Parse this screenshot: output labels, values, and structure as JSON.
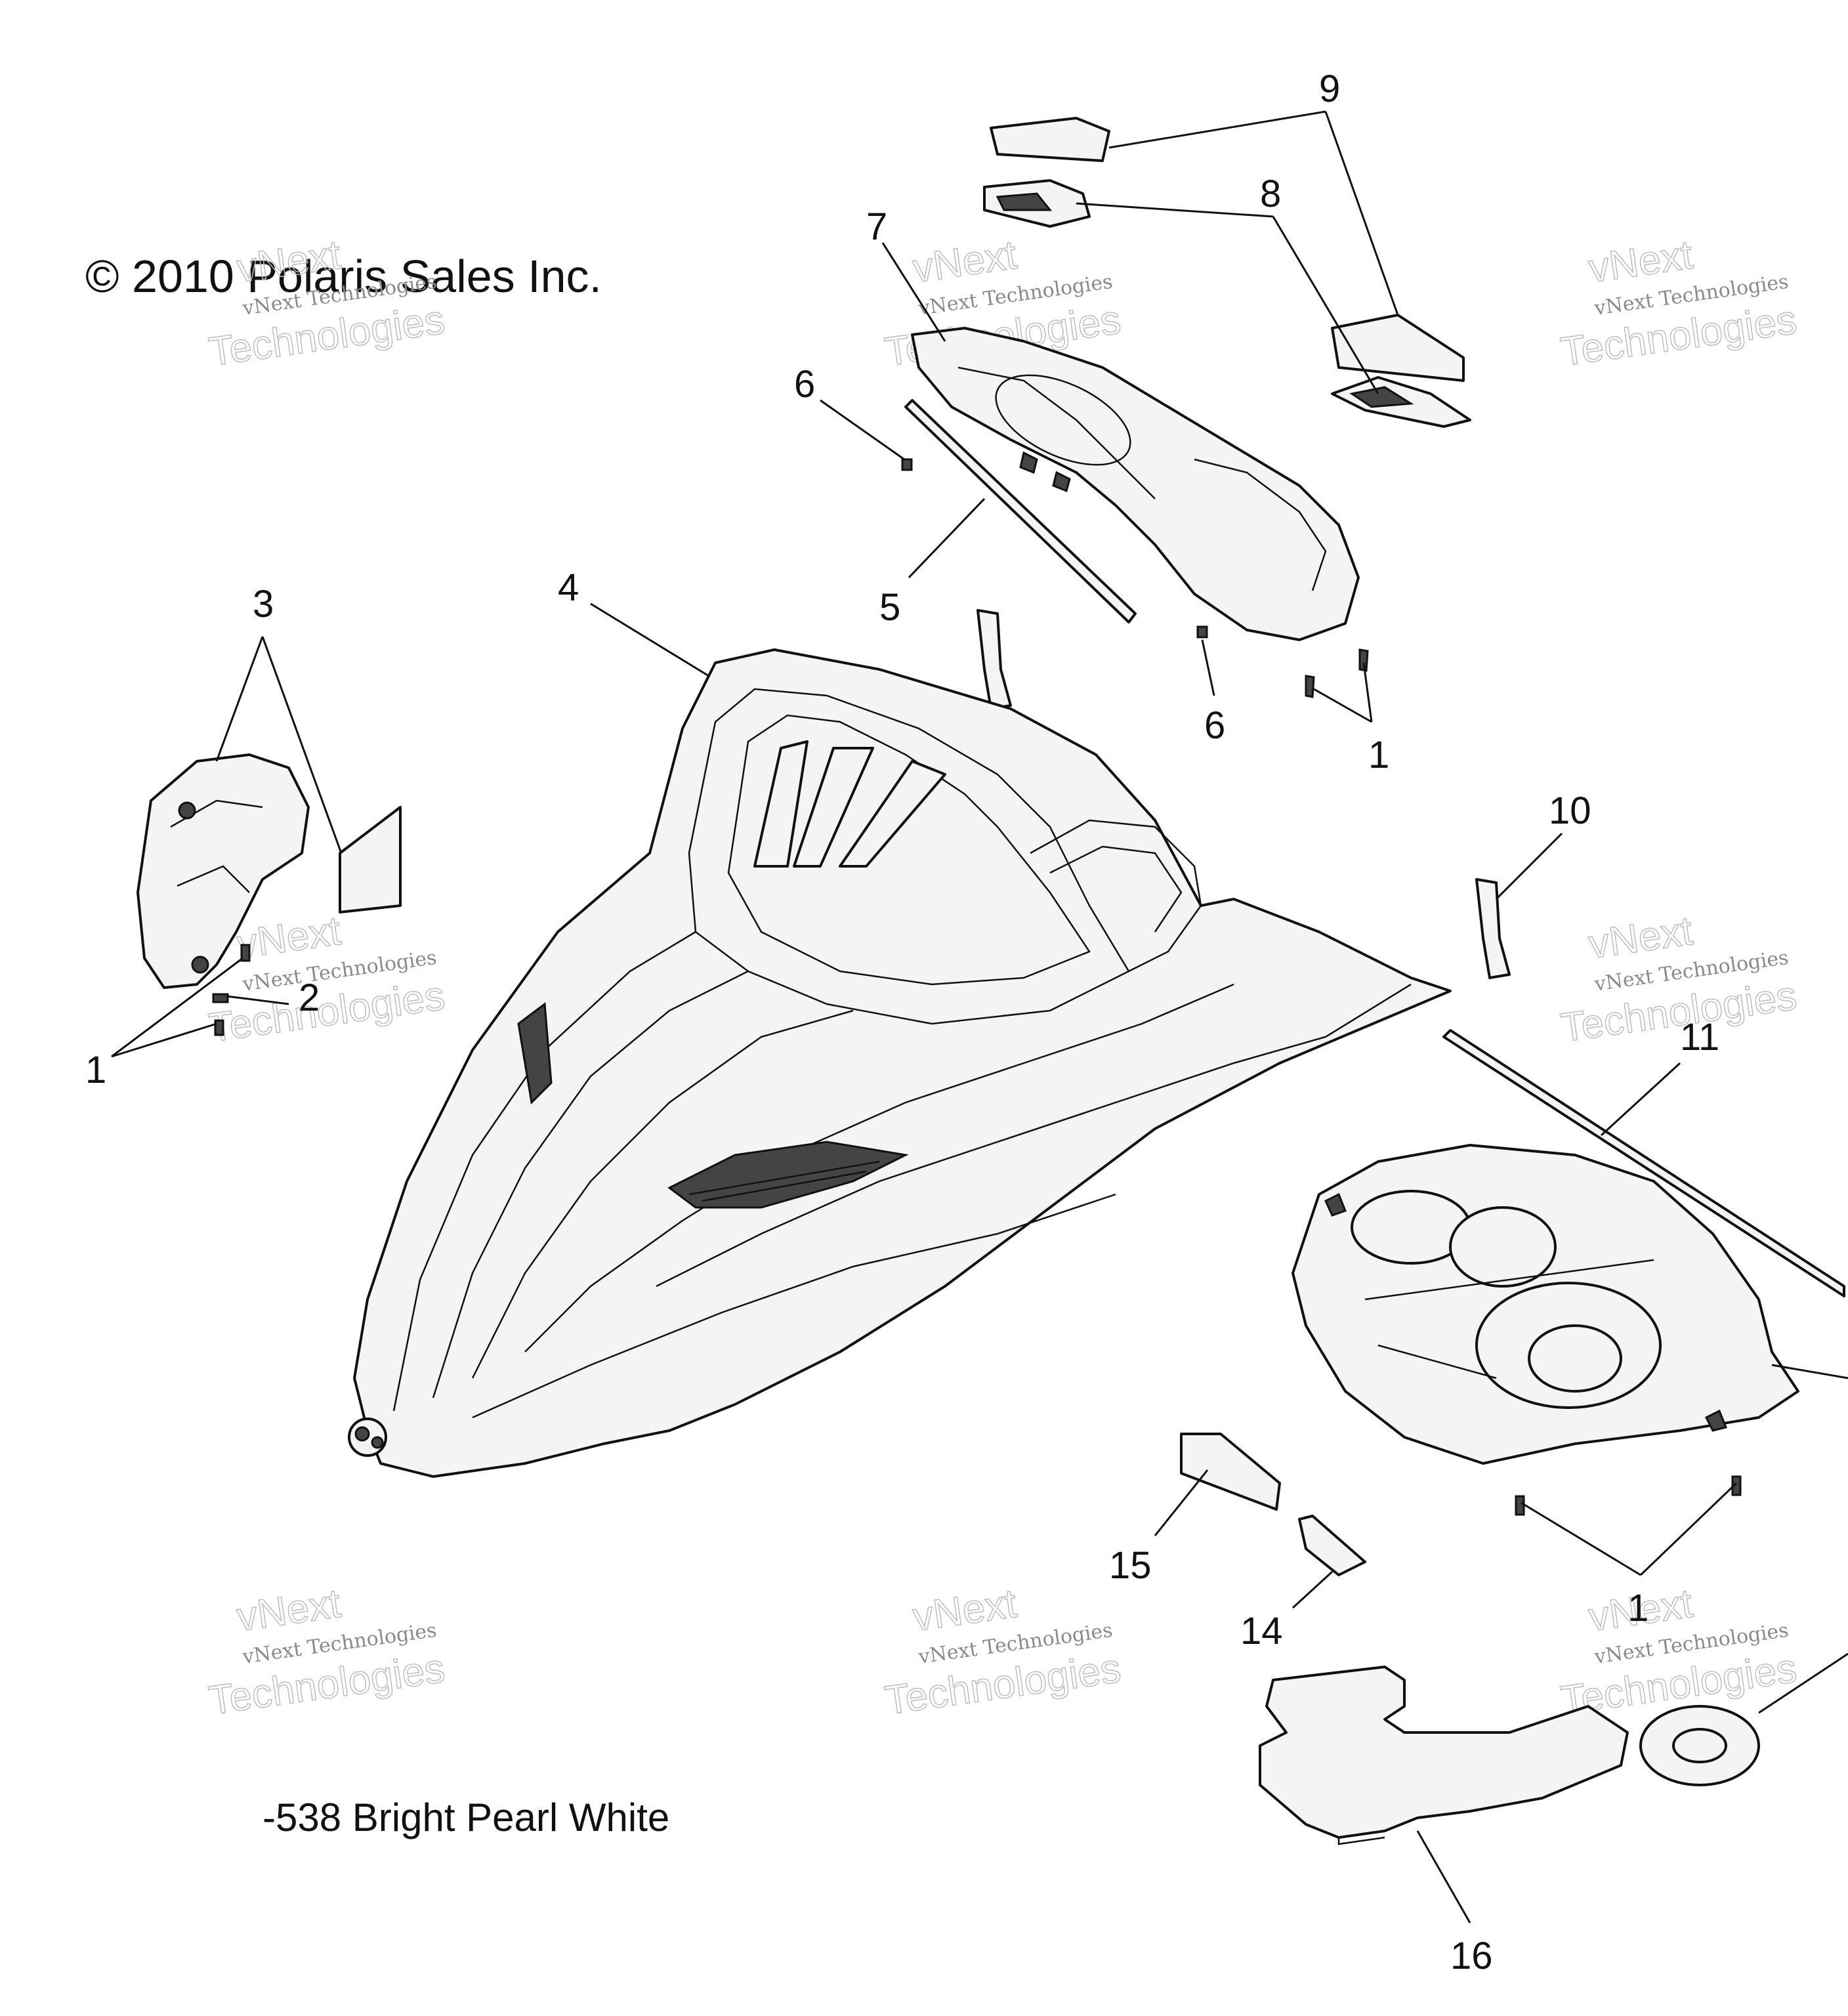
{
  "copyright": "© 2010 Polaris Sales Inc.",
  "color_note": "-538 Bright Pearl White",
  "watermark": {
    "line1": "vNext Technologies",
    "line2": "vNext",
    "line3": "Technologies"
  },
  "callouts": {
    "c1a": "1",
    "c1b": "1",
    "c1c": "1",
    "c2": "2",
    "c3": "3",
    "c4": "4",
    "c5": "5",
    "c6a": "6",
    "c6b": "6",
    "c7": "7",
    "c8": "8",
    "c9": "9",
    "c10": "10",
    "c11": "11",
    "c14": "14",
    "c15": "15",
    "c16": "16"
  }
}
